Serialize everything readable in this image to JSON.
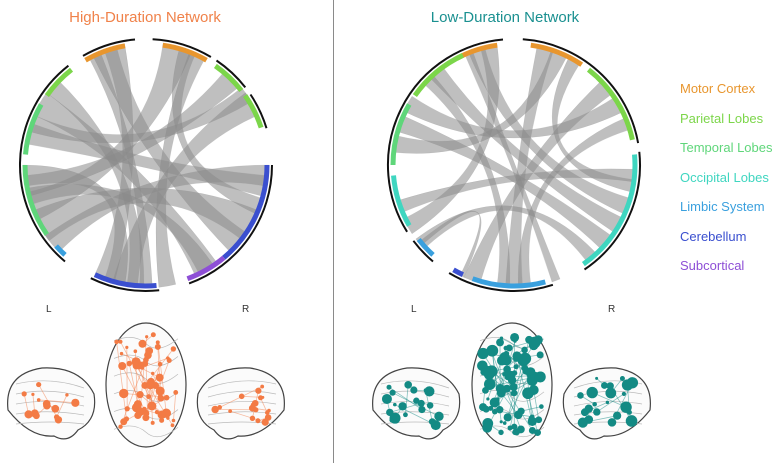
{
  "panels": {
    "high": {
      "title": "High-Duration Network",
      "title_color": "#f0824a",
      "node_color": "#f37b45",
      "hemisphere_left_label": "L",
      "hemisphere_right_label": "R"
    },
    "low": {
      "title": "Low-Duration Network",
      "title_color": "#1a9090",
      "node_color": "#138a84",
      "hemisphere_left_label": "L",
      "hemisphere_right_label": "R"
    }
  },
  "legend": [
    {
      "label": "Motor Cortex",
      "color": "#e8962e"
    },
    {
      "label": "Parietal Lobes",
      "color": "#7cd64a"
    },
    {
      "label": "Temporal Lobes",
      "color": "#5fd67a"
    },
    {
      "label": "Occipital Lobes",
      "color": "#3fd6c0"
    },
    {
      "label": "Limbic System",
      "color": "#3aa0de"
    },
    {
      "label": "Cerebellum",
      "color": "#3a4fcf"
    },
    {
      "label": "Subcortical",
      "color": "#8e4fd6"
    }
  ],
  "chord_color": "#8a8a8a"
}
